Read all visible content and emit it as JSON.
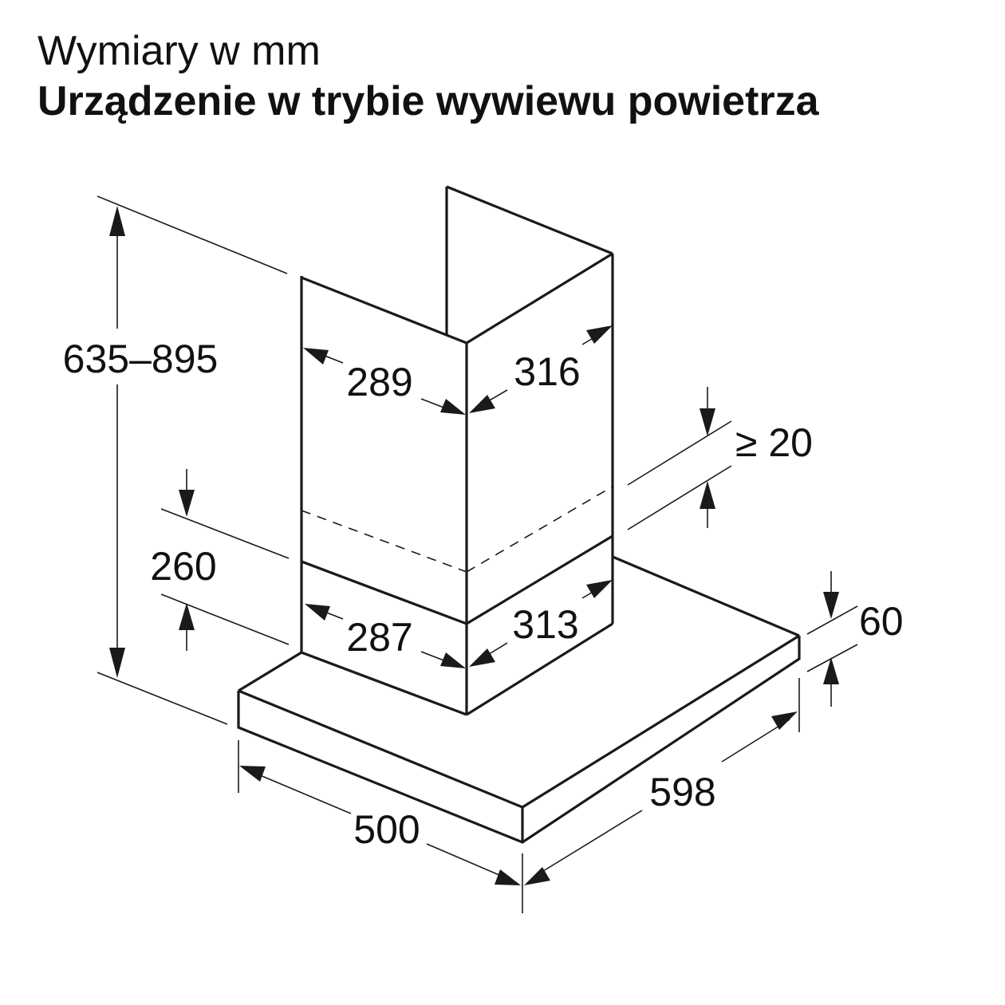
{
  "header": {
    "title": "Wymiary w mm",
    "subtitle": "Urządzenie w trybie wywiewu powietrza"
  },
  "dimensions": {
    "total_height": "635–895",
    "chimney_upper_width": "289",
    "chimney_upper_depth": "316",
    "min_overlap": "≥ 20",
    "chimney_lower_height": "260",
    "chimney_lower_width": "287",
    "chimney_lower_depth": "313",
    "canopy_height": "60",
    "canopy_width": "598",
    "canopy_depth": "500"
  }
}
